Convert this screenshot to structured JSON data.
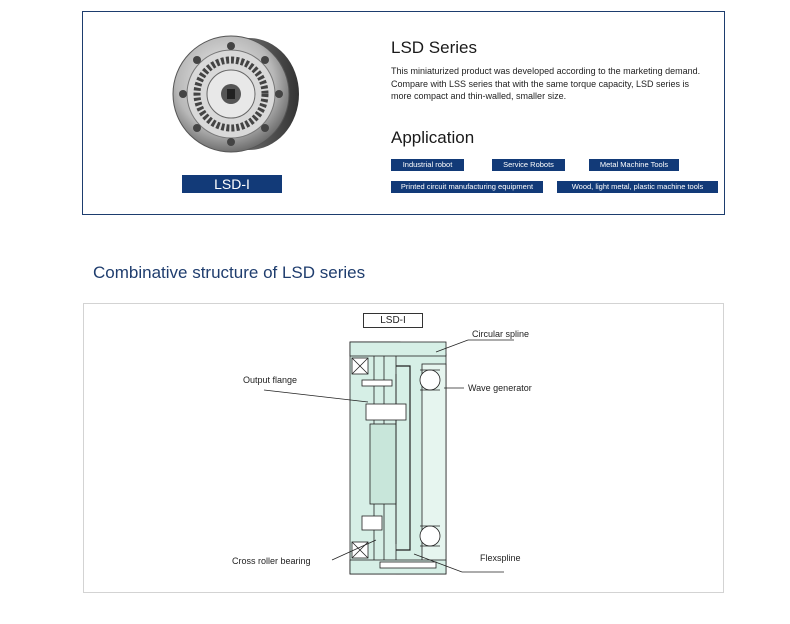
{
  "product": {
    "model": "LSD-I",
    "series_title": "LSD Series",
    "description": "This miniaturized product was developed according to the marketing demand. Compare with LSS series that with the same torque capacity, LSD series is more compact and thin-walled, smaller size.",
    "application_title": "Application",
    "applications": [
      "Industrial robot",
      "Service Robots",
      "Metal Machine Tools",
      "Printed circuit manufacturing equipment",
      "Wood, light metal, plastic machine tools"
    ]
  },
  "structure": {
    "heading": "Combinative structure of LSD series",
    "diagram_label": "LSD-I",
    "callouts": {
      "circular_spline": "Circular spline",
      "output_flange": "Output flange",
      "wave_generator": "Wave generator",
      "cross_roller_bearing": "Cross roller bearing",
      "flexspline": "Flexspline"
    }
  },
  "colors": {
    "brand_navy": "#123a78",
    "heading_blue": "#1f3d6e",
    "diagram_fill": "#d6efe6"
  }
}
